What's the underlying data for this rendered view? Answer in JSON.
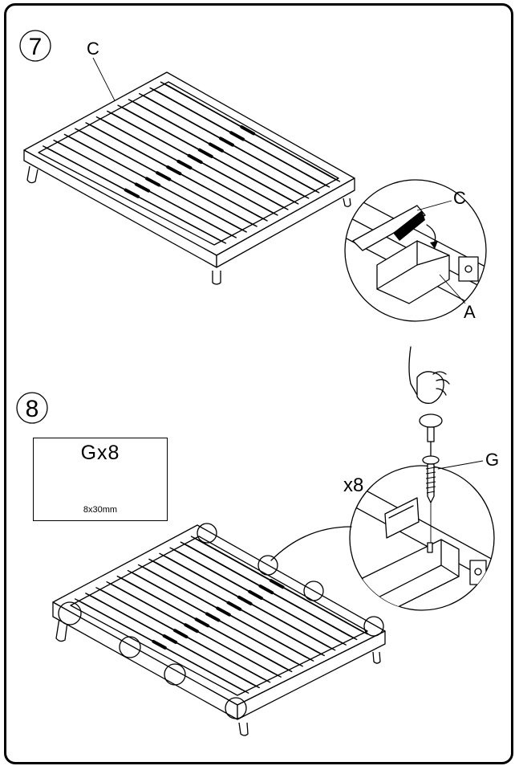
{
  "steps": [
    {
      "number": "7",
      "labels": {
        "part_main": "C",
        "callout_part_top": "C",
        "callout_part_bottom": "A"
      }
    },
    {
      "number": "8",
      "hardware": {
        "code": "Gx8",
        "size": "8x30mm"
      },
      "callout": {
        "quantity": "x8",
        "part": "G"
      }
    }
  ]
}
